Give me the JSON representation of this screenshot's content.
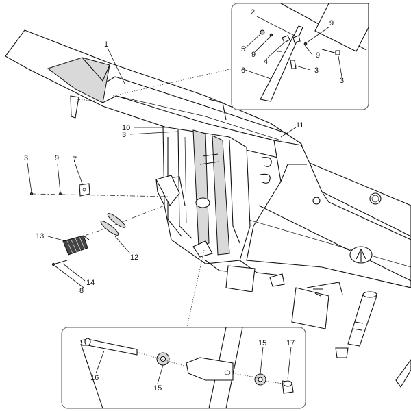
{
  "labels": {
    "top": {
      "l1": "1",
      "l10": "10",
      "l3a": "3",
      "l11": "11",
      "l3b": "3",
      "l9a": "9",
      "l7": "7",
      "l13": "13",
      "l12": "12",
      "l14": "14",
      "l8": "8"
    },
    "inset_top": {
      "l2": "2",
      "l9a": "9",
      "l5": "5",
      "l9b": "9",
      "l4": "4",
      "l9c": "9",
      "l6": "6",
      "l3a": "3",
      "l3b": "3"
    },
    "inset_bottom": {
      "l16": "16",
      "l15a": "15",
      "l15b": "15",
      "l17": "17"
    }
  }
}
